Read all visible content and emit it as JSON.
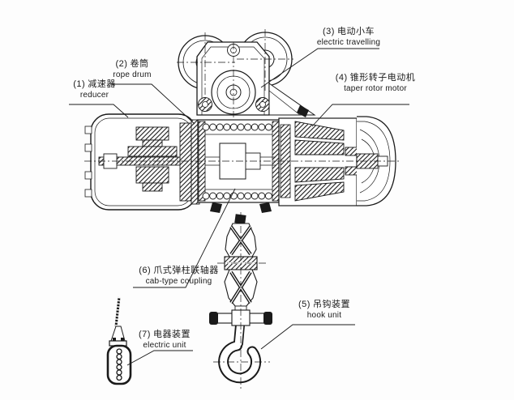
{
  "page": {
    "background": "#fdfdfd",
    "ink": "#1a1a1a"
  },
  "callouts": {
    "reducer": {
      "index": "(1)",
      "zh": "减速器",
      "en": "reducer"
    },
    "rope_drum": {
      "index": "(2)",
      "zh": "卷筒",
      "en": "rope drum"
    },
    "electric_travelling": {
      "index": "(3)",
      "zh": "电动小车",
      "en": "electric travelling"
    },
    "taper_rotor_motor": {
      "index": "(4)",
      "zh": "锥形转子电动机",
      "en": "taper rotor motor"
    },
    "hook_unit": {
      "index": "(5)",
      "zh": "吊钩装置",
      "en": "hook unit"
    },
    "coupling": {
      "index": "(6)",
      "zh": "爪式弹柱联轴器",
      "en": "cab-type coupling"
    },
    "electric_unit": {
      "index": "(7)",
      "zh": "电器装置",
      "en": "electric unit"
    }
  }
}
